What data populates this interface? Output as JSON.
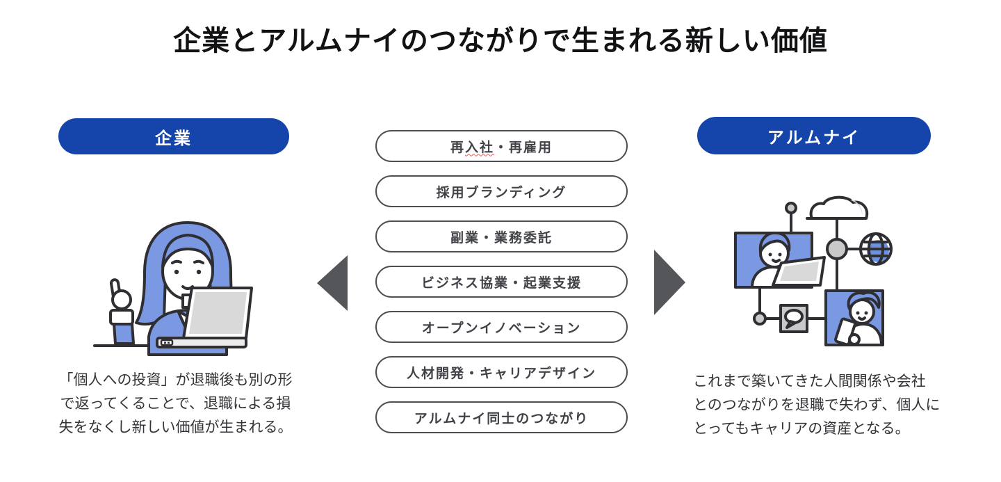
{
  "page": {
    "title": "企業とアルムナイのつながりで生まれる新しい価値",
    "background": "#ffffff"
  },
  "colors": {
    "badge_blue": "#1545ab",
    "pill_border_gray": "#4d4e53",
    "arrow_gray": "#55565a",
    "illustration_blue": "#7b99e2",
    "illustration_gray": "#d9d9da",
    "body_text": "#333437",
    "squiggle_red": "#e8574f"
  },
  "left": {
    "badge_label": "企業",
    "illustration": "woman-at-laptop-pointing",
    "description_lines": [
      "「個人への投資」が退職後も別の形",
      "で返ってくることで、退職による損",
      "失をなくし新しい価値が生まれる。"
    ]
  },
  "right": {
    "badge_label": "アルムナイ",
    "illustration": "alumni-network-cloud-people",
    "description_lines": [
      "これまで築いてきた人間関係や会社",
      "とのつながりを退職で失わず、個人に",
      "とってもキャリアの資産となる。"
    ]
  },
  "center": {
    "pills": [
      {
        "label": "再入社・再雇用",
        "prefix": "再",
        "underlined": "入社",
        "suffix": "・再雇用"
      },
      {
        "label": "採用ブランディング"
      },
      {
        "label": "副業・業務委託"
      },
      {
        "label": "ビジネス協業・起業支援"
      },
      {
        "label": "オープンイノベーション"
      },
      {
        "label": "人材開発・キャリアデザイン"
      },
      {
        "label": "アルムナイ同士のつながり"
      }
    ]
  }
}
